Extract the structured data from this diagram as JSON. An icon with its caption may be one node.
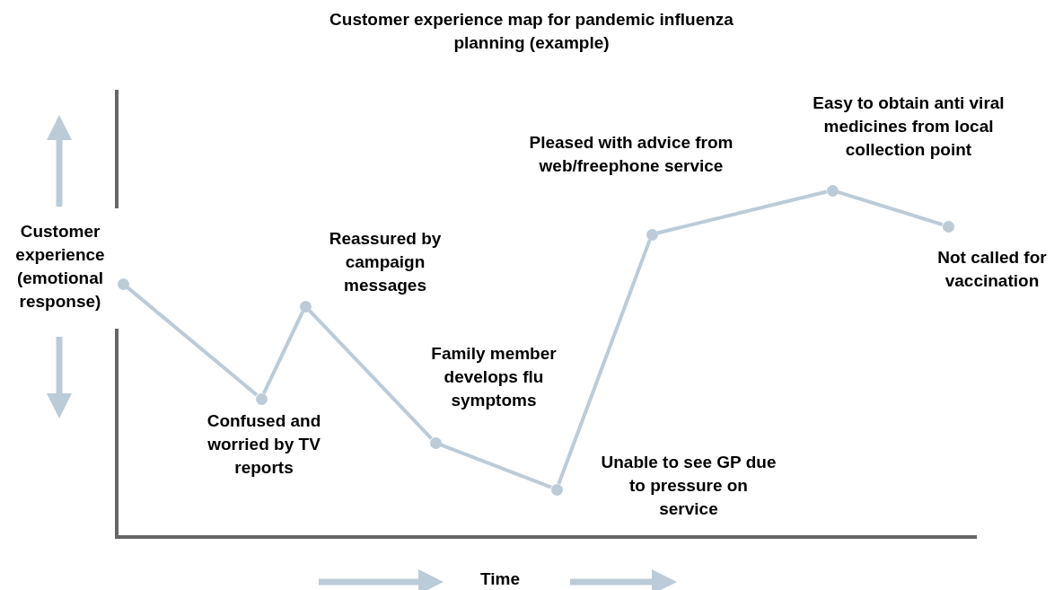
{
  "diagram": {
    "title": "Customer experience map for pandemic influenza planning (example)",
    "nodes": [
      {
        "text": [],
        "shape": "circle"
      },
      {
        "text": [],
        "shape": "circle",
        "beside": [
          "Confused and worried by TV reports"
        ]
      },
      {
        "text": [],
        "shape": "circle",
        "beside": [
          "Reassured by campaign messages"
        ]
      },
      {
        "text": [],
        "shape": "circle",
        "beside": [
          "Family member develops flu symptoms"
        ]
      },
      {
        "text": [],
        "shape": "circle",
        "beside": [
          "Unable to see GP due to pressure on service"
        ]
      },
      {
        "text": [],
        "shape": "circle",
        "beside": [
          "Pleased with advice from web/freephone service"
        ]
      },
      {
        "text": [],
        "shape": "circle",
        "beside": [
          "Easy to obtain anti viral medicines from local collection point"
        ]
      },
      {
        "text": [],
        "shape": "circle",
        "beside": [
          "Not called for vaccination"
        ]
      }
    ],
    "edges": [
      {
        "from": 0,
        "to": 1,
        "arrow": "none"
      },
      {
        "from": 1,
        "to": 2,
        "arrow": "none"
      },
      {
        "from": 2,
        "to": 3,
        "arrow": "none"
      },
      {
        "from": 3,
        "to": 4,
        "arrow": "none"
      },
      {
        "from": 4,
        "to": 5,
        "arrow": "none"
      },
      {
        "from": 5,
        "to": 6,
        "arrow": "none"
      },
      {
        "from": 6,
        "to": 7,
        "arrow": "none"
      }
    ],
    "labels": [
      "Customer experience (emotional response)",
      "Time"
    ]
  }
}
